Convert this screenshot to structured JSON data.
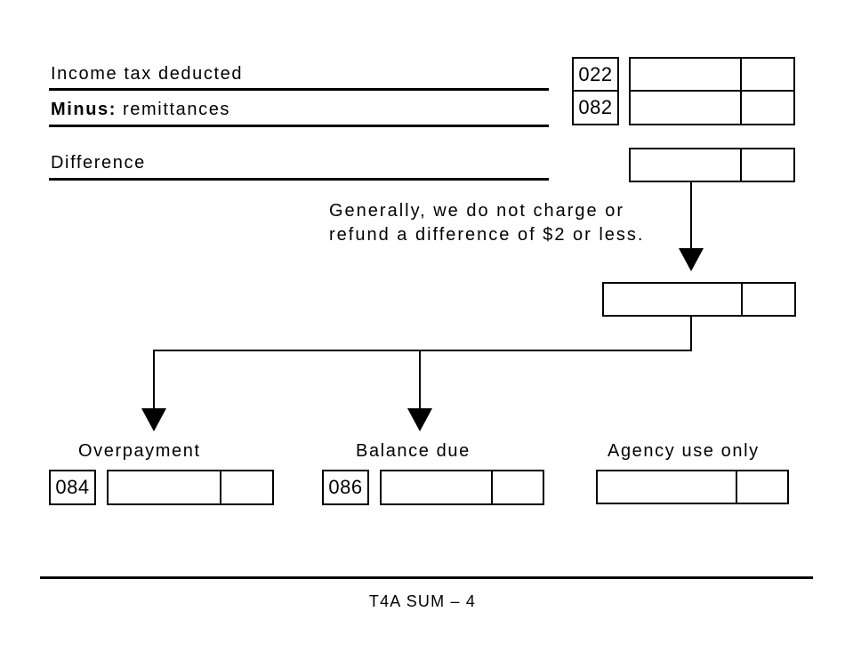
{
  "colors": {
    "ink": "#000000",
    "paper": "#ffffff"
  },
  "rows": {
    "income_tax": {
      "label": "Income tax deducted",
      "code": "022",
      "dollars": "",
      "cents": ""
    },
    "remittances": {
      "label_bold": "Minus:",
      "label_rest": "remittances",
      "code": "082",
      "dollars": "",
      "cents": ""
    },
    "difference": {
      "label": "Difference",
      "dollars": "",
      "cents": ""
    }
  },
  "note": {
    "line1": "Generally, we do not charge or",
    "line2": "refund a difference of $2 or less."
  },
  "result_box": {
    "dollars": "",
    "cents": ""
  },
  "outcomes": {
    "overpayment": {
      "label": "Overpayment",
      "code": "084",
      "dollars": "",
      "cents": ""
    },
    "balance_due": {
      "label": "Balance due",
      "code": "086",
      "dollars": "",
      "cents": ""
    },
    "agency": {
      "label": "Agency use only",
      "dollars": "",
      "cents": ""
    }
  },
  "footer": {
    "page_id": "T4A SUM – 4"
  }
}
